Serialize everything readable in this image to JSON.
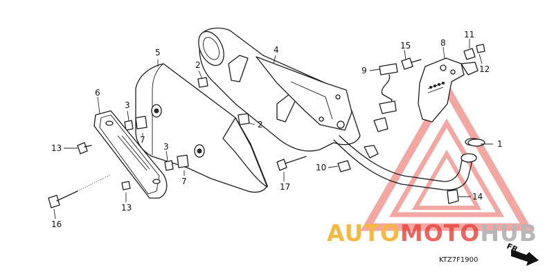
{
  "diagram": {
    "callouts": [
      {
        "id": "c1",
        "label": "1"
      },
      {
        "id": "c2a",
        "label": "2"
      },
      {
        "id": "c2b",
        "label": "2"
      },
      {
        "id": "c3a",
        "label": "3"
      },
      {
        "id": "c3b",
        "label": "3"
      },
      {
        "id": "c4",
        "label": "4"
      },
      {
        "id": "c5",
        "label": "5"
      },
      {
        "id": "c6",
        "label": "6"
      },
      {
        "id": "c7a",
        "label": "7"
      },
      {
        "id": "c7b",
        "label": "7"
      },
      {
        "id": "c8",
        "label": "8"
      },
      {
        "id": "c9",
        "label": "9"
      },
      {
        "id": "c10",
        "label": "10"
      },
      {
        "id": "c11",
        "label": "11"
      },
      {
        "id": "c12",
        "label": "12"
      },
      {
        "id": "c13a",
        "label": "13"
      },
      {
        "id": "c13b",
        "label": "13"
      },
      {
        "id": "c14",
        "label": "14"
      },
      {
        "id": "c15",
        "label": "15"
      },
      {
        "id": "c16",
        "label": "16"
      },
      {
        "id": "c17",
        "label": "17"
      }
    ],
    "diagram_code": "KTZ7F1900",
    "front_arrow_label": "FR."
  },
  "watermark": {
    "part1": "AUTO",
    "part2": "MOTO",
    "part3": "HUB",
    "colors": {
      "auto": "#f5b942",
      "moto": "#e8413a",
      "hub": "#b7b7b7",
      "triangle": "#f08a85"
    }
  }
}
